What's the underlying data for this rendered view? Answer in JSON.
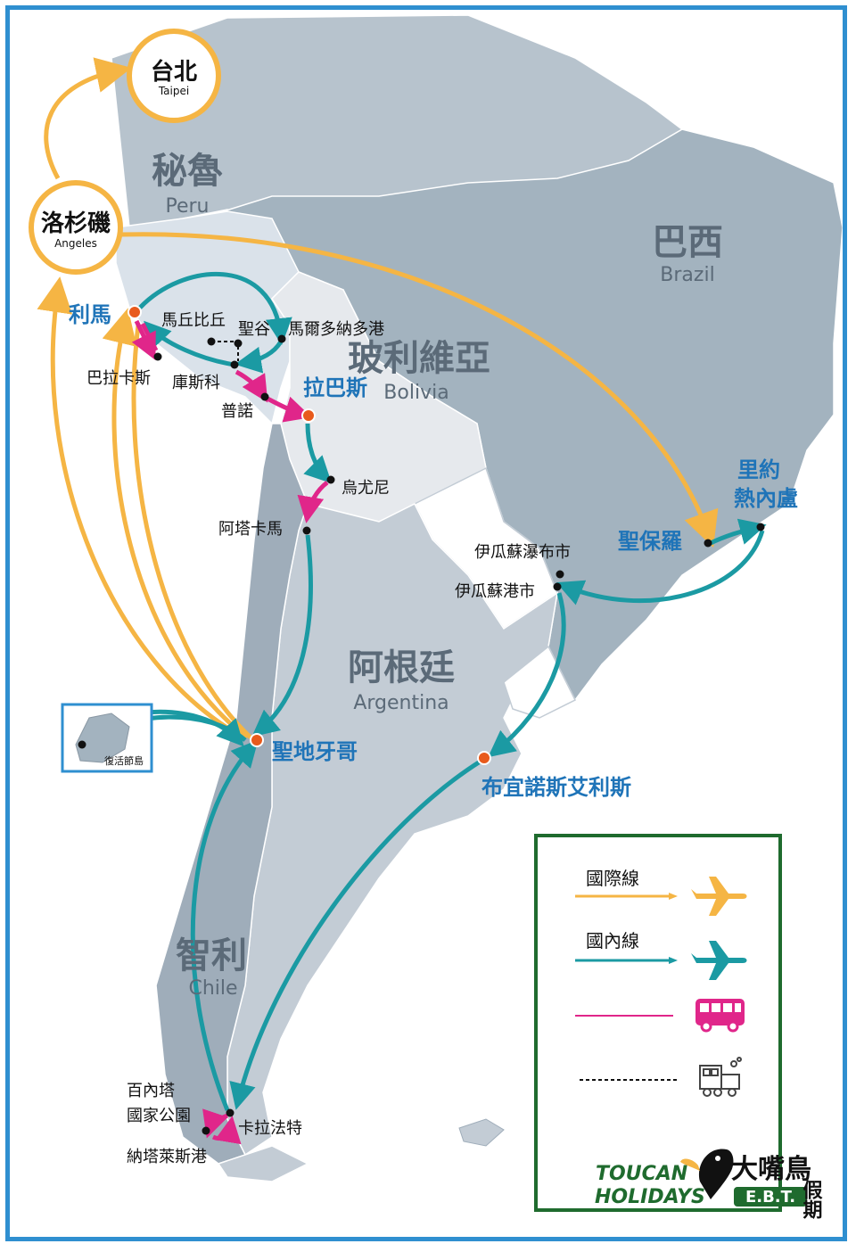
{
  "countries": {
    "peru": {
      "cn": "秘魯",
      "en": "Peru"
    },
    "bolivia": {
      "cn": "玻利維亞",
      "en": "Bolivia"
    },
    "brazil": {
      "cn": "巴西",
      "en": "Brazil"
    },
    "argentina": {
      "cn": "阿根廷",
      "en": "Argentina"
    },
    "chile": {
      "cn": "智利",
      "en": "Chile"
    }
  },
  "gateways": {
    "taipei": {
      "cn": "台北",
      "en": "Taipei"
    },
    "la": {
      "cn": "洛杉磯",
      "en": "Angeles"
    }
  },
  "cities_major": {
    "lima": "利馬",
    "lapaz": "拉巴斯",
    "santiago": "聖地牙哥",
    "buenos_aires": "布宜諾斯艾利斯",
    "sao_paulo": "聖保羅",
    "rio_1": "里約",
    "rio_2": "熱內盧"
  },
  "cities_minor": {
    "machu_picchu": "馬丘比丘",
    "sacred_valley": "聖谷",
    "puerto_maldonado": "馬爾多納多港",
    "paracas": "巴拉卡斯",
    "cusco": "庫斯科",
    "puno": "普諾",
    "uyuni": "烏尤尼",
    "atacama": "阿塔卡馬",
    "iguazu_falls": "伊瓜蘇瀑布市",
    "iguazu_port": "伊瓜蘇港市",
    "easter_island": "復活節島",
    "torres_1": "百內塔",
    "torres_2": "國家公園",
    "calafate": "卡拉法特",
    "natales": "納塔萊斯港"
  },
  "legend": {
    "international": "國際線",
    "domestic": "國內線"
  },
  "logo": {
    "en_line1": "TOUCAN",
    "en_line2": "HOLIDAYS",
    "cn": "大嘴鳥",
    "cn_small": "假期",
    "ebt": "E.B.T."
  },
  "colors": {
    "international": "#f5b544",
    "domestic": "#1b9aa3",
    "bus": "#e0268a",
    "brazil": "#a3b3bf",
    "argentina": "#c3ccd5",
    "bolivia": "#e6e9ed",
    "peru": "#dae2ea",
    "chile": "#9fadba",
    "major_dot": "#e85a1c",
    "city_blue": "#1f74b8"
  }
}
